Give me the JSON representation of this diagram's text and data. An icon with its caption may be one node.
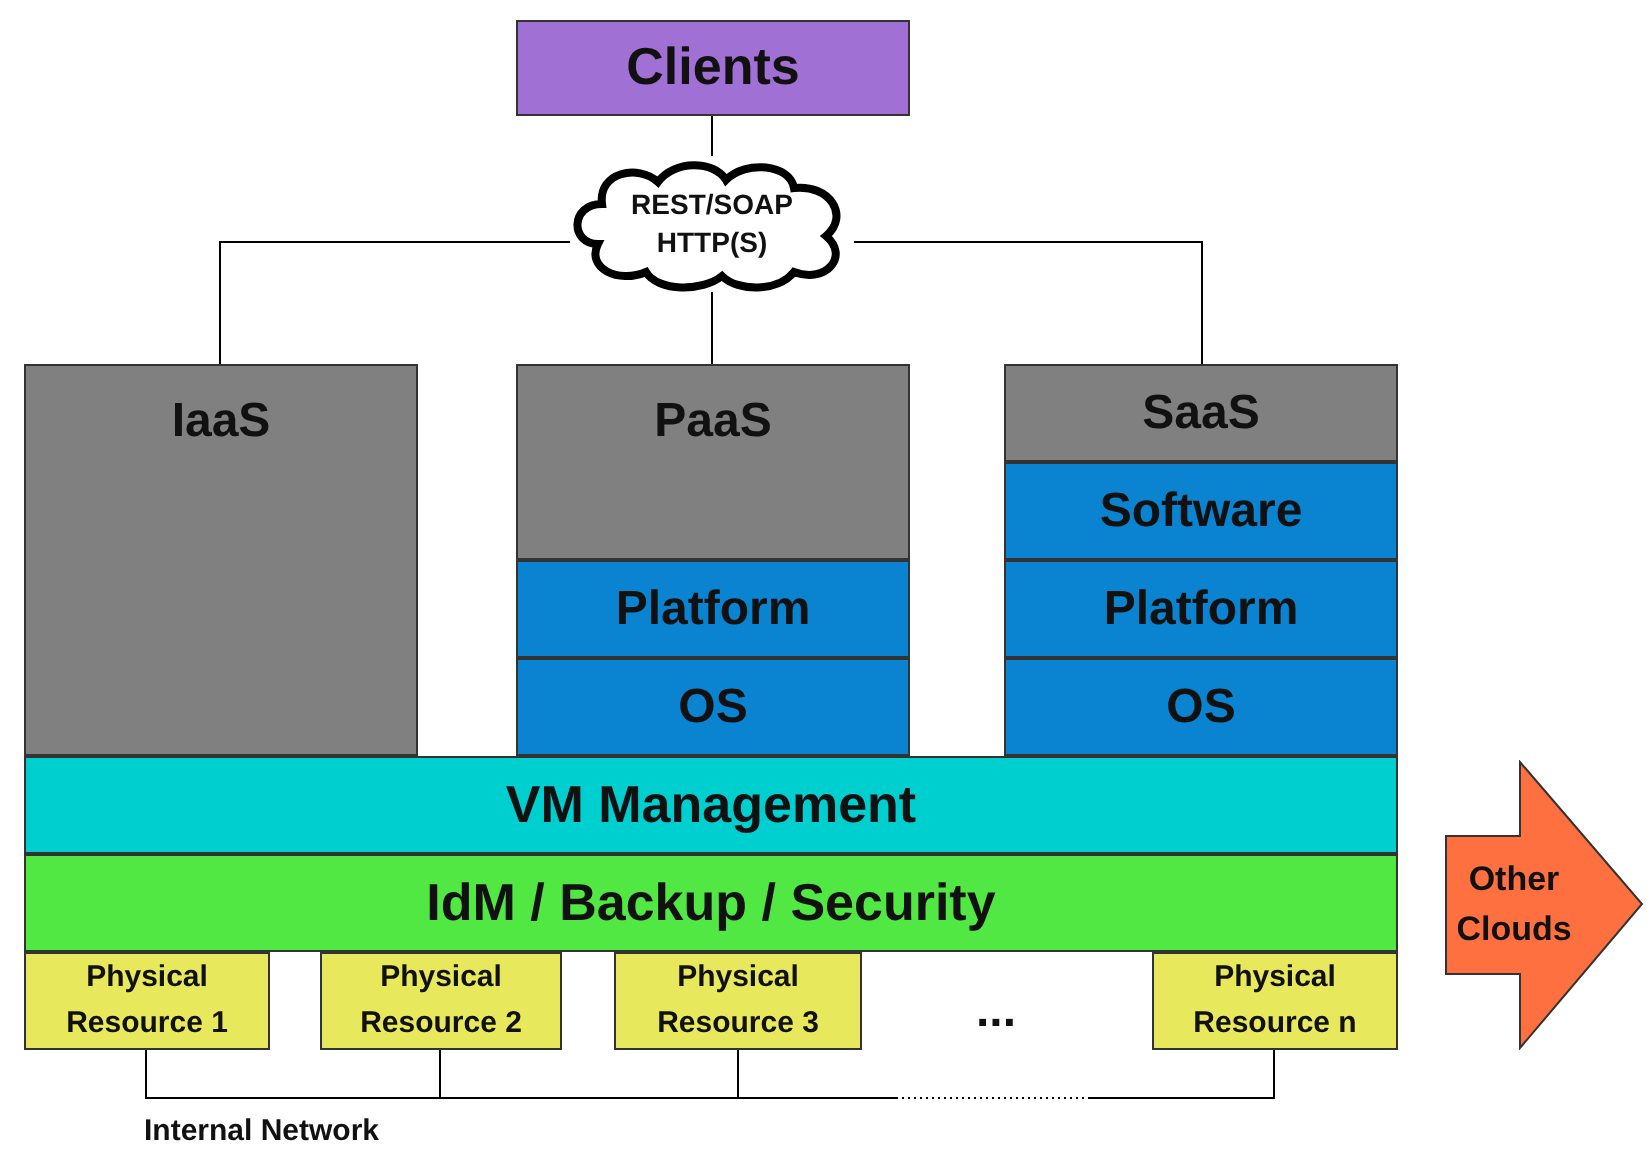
{
  "diagram": {
    "nodes": [
      {
        "text": [
          "Clients"
        ]
      },
      {
        "text": [
          "REST/SOAP HTTP(S)"
        ]
      },
      {
        "text": [
          "IaaS"
        ]
      },
      {
        "text": [
          "PaaS"
        ]
      },
      {
        "text": [
          "Platform"
        ]
      },
      {
        "text": [
          "OS"
        ]
      },
      {
        "text": [
          "SaaS"
        ]
      },
      {
        "text": [
          "Software"
        ]
      },
      {
        "text": [
          "Platform"
        ]
      },
      {
        "text": [
          "OS"
        ]
      },
      {
        "text": [
          "VM Management"
        ]
      },
      {
        "text": [
          "IdM / Backup / Security"
        ]
      },
      {
        "text": [
          "Physical Resource 1"
        ]
      },
      {
        "text": [
          "Physical Resource 2"
        ]
      },
      {
        "text": [
          "Physical Resource 3"
        ]
      },
      {
        "text": [
          "Physical Resource n"
        ]
      },
      {
        "text": [
          "Other Clouds"
        ]
      }
    ],
    "edges": [
      {
        "from": 0,
        "to": 1,
        "arrow": "none"
      },
      {
        "from": 1,
        "to": 2,
        "arrow": "none"
      },
      {
        "from": 1,
        "to": 3,
        "arrow": "none"
      },
      {
        "from": 1,
        "to": 6,
        "arrow": "none"
      },
      {
        "from": 12,
        "to": 13,
        "arrow": "none"
      },
      {
        "from": 13,
        "to": 14,
        "arrow": "none"
      },
      {
        "from": 14,
        "to": 15,
        "arrow": "none",
        "style": "dashed"
      }
    ],
    "labels": [
      "...",
      "Internal Network"
    ]
  }
}
